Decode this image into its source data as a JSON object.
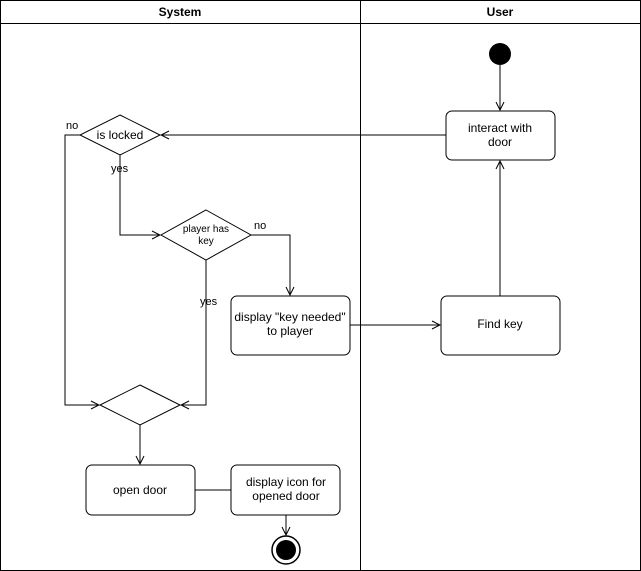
{
  "lanes": {
    "system": "System",
    "user": "User"
  },
  "nodes": {
    "interact_with_door": [
      "interact with",
      "door"
    ],
    "is_locked": "is locked",
    "player_has_key": [
      "player has",
      "key"
    ],
    "display_key_needed": [
      "display \"key needed\"",
      "to player"
    ],
    "find_key": "Find key",
    "open_door": "open door",
    "display_icon": [
      "display icon for",
      "opened door"
    ]
  },
  "edge_labels": {
    "locked_no": "no",
    "locked_yes": "yes",
    "key_no": "no",
    "key_yes": "yes"
  },
  "colors": {
    "stroke": "#000000",
    "background": "#ffffff",
    "start": "#000000"
  }
}
